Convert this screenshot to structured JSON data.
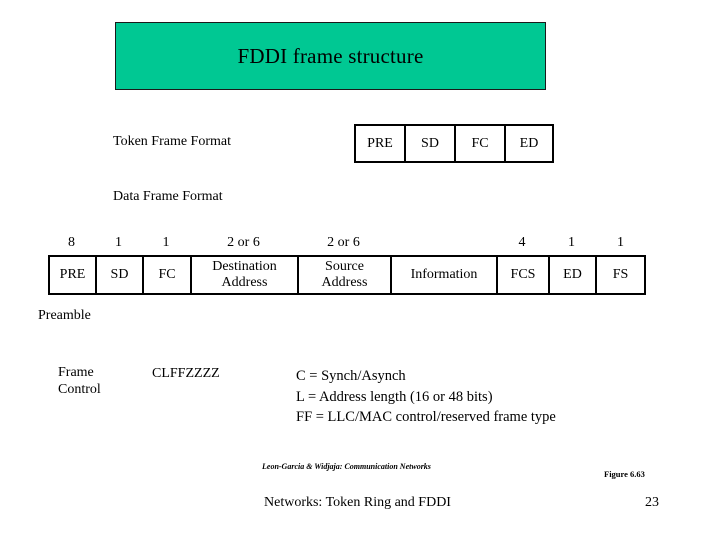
{
  "slide": {
    "title": "FDDI frame structure",
    "banner_color": "#00C893"
  },
  "token_frame": {
    "label": "Token Frame Format",
    "fields": [
      {
        "name": "PRE"
      },
      {
        "name": "SD"
      },
      {
        "name": "FC"
      },
      {
        "name": "ED"
      }
    ]
  },
  "data_frame": {
    "label": "Data Frame Format",
    "fields": [
      {
        "name": "PRE",
        "line2": "",
        "size": "8"
      },
      {
        "name": "SD",
        "line2": "",
        "size": "1"
      },
      {
        "name": "FC",
        "line2": "",
        "size": "1"
      },
      {
        "name": "Destination",
        "line2": "Address",
        "size": "2 or 6"
      },
      {
        "name": "Source",
        "line2": "Address",
        "size": "2 or 6"
      },
      {
        "name": "Information",
        "line2": "",
        "size": ""
      },
      {
        "name": "FCS",
        "line2": "",
        "size": "4"
      },
      {
        "name": "ED",
        "line2": "",
        "size": "1"
      },
      {
        "name": "FS",
        "line2": "",
        "size": "1"
      }
    ]
  },
  "annotations": {
    "preamble_label": "Preamble",
    "frame_control_label_line1": "Frame",
    "frame_control_label_line2": "Control",
    "frame_control_bits": "CLFFZZZZ"
  },
  "legend": {
    "lines": [
      "C = Synch/Asynch",
      "L = Address length (16 or 48 bits)",
      "FF = LLC/MAC control/reserved frame type"
    ]
  },
  "footer": {
    "attribution_authors": "Leon-Garcia & Widjaja:",
    "attribution_title": "Communication Networks",
    "figure_number": "Figure 6.63",
    "subject": "Networks: Token Ring and FDDI",
    "page_number": "23"
  }
}
